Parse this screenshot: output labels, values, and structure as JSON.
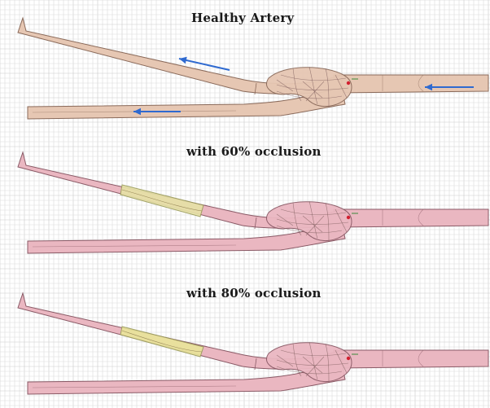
{
  "panels": [
    {
      "title": "Healthy Artery",
      "tissue_color": "#e6c7b3",
      "tissue_stroke": "#8a6a5a",
      "plaque": null,
      "flow_arrows": true
    },
    {
      "title": "with 60% occlusion",
      "tissue_color": "#eab7c1",
      "tissue_stroke": "#8a5a66",
      "plaque": {
        "occlusion_percent": 60,
        "color": "#e6e2a6"
      },
      "flow_arrows": false
    },
    {
      "title": "with 80% occlusion",
      "tissue_color": "#eab7c1",
      "tissue_stroke": "#8a5a66",
      "plaque": {
        "occlusion_percent": 80,
        "color": "#e9e59a"
      },
      "flow_arrows": false
    }
  ],
  "colors": {
    "grid_line": "#dcdcdc",
    "grid_major": "#c9c9c9",
    "flow_arrow": "#2f6ad0",
    "mesh_line": "#7a5a5a",
    "marker_red": "#d21f2f"
  }
}
